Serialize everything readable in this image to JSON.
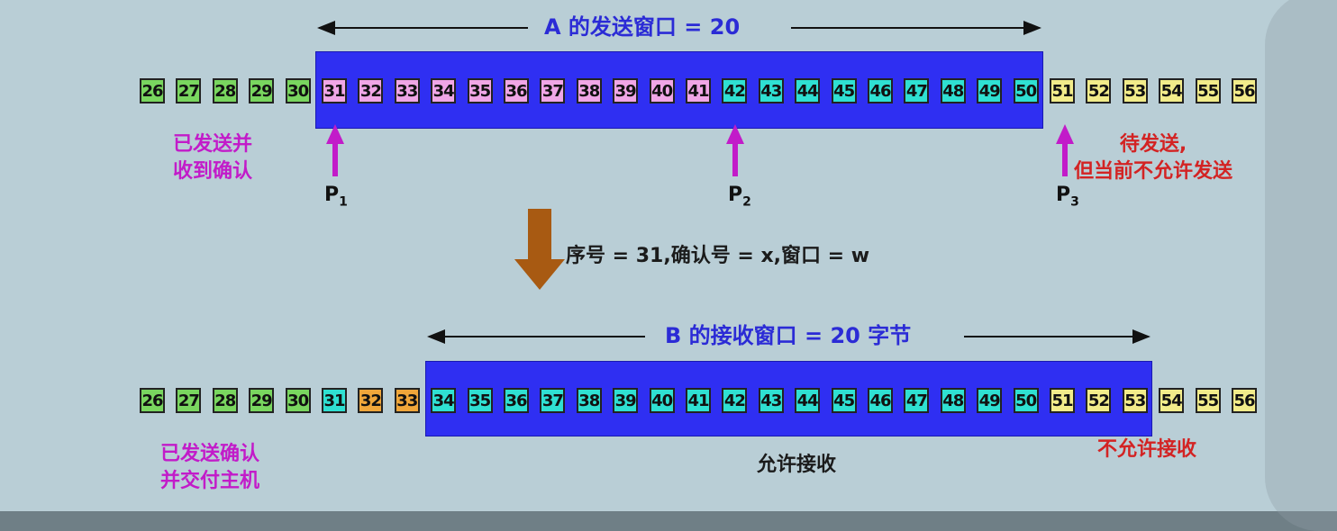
{
  "top": {
    "title": "A 的发送窗口 = 20",
    "cells": [
      {
        "n": "26",
        "c": "green"
      },
      {
        "n": "27",
        "c": "green"
      },
      {
        "n": "28",
        "c": "green"
      },
      {
        "n": "29",
        "c": "green"
      },
      {
        "n": "30",
        "c": "green"
      },
      {
        "n": "31",
        "c": "pink"
      },
      {
        "n": "32",
        "c": "pink"
      },
      {
        "n": "33",
        "c": "pink"
      },
      {
        "n": "34",
        "c": "pink"
      },
      {
        "n": "35",
        "c": "pink"
      },
      {
        "n": "36",
        "c": "pink"
      },
      {
        "n": "37",
        "c": "pink"
      },
      {
        "n": "38",
        "c": "pink"
      },
      {
        "n": "39",
        "c": "pink"
      },
      {
        "n": "40",
        "c": "pink"
      },
      {
        "n": "41",
        "c": "pink"
      },
      {
        "n": "42",
        "c": "cyan"
      },
      {
        "n": "43",
        "c": "cyan"
      },
      {
        "n": "44",
        "c": "cyan"
      },
      {
        "n": "45",
        "c": "cyan"
      },
      {
        "n": "46",
        "c": "cyan"
      },
      {
        "n": "47",
        "c": "cyan"
      },
      {
        "n": "48",
        "c": "cyan"
      },
      {
        "n": "49",
        "c": "cyan"
      },
      {
        "n": "50",
        "c": "cyan"
      },
      {
        "n": "51",
        "c": "yellow"
      },
      {
        "n": "52",
        "c": "yellow"
      },
      {
        "n": "53",
        "c": "yellow"
      },
      {
        "n": "54",
        "c": "yellow"
      },
      {
        "n": "55",
        "c": "yellow"
      },
      {
        "n": "56",
        "c": "yellow"
      }
    ],
    "left_label": [
      "已发送并",
      "收到确认"
    ],
    "right_label": [
      "待发送,",
      "但当前不允许发送"
    ],
    "pointers": [
      {
        "name": "P",
        "sub": "1"
      },
      {
        "name": "P",
        "sub": "2"
      },
      {
        "name": "P",
        "sub": "3"
      }
    ]
  },
  "middle": {
    "segment": "序号 = 31,确认号 = x,窗口 = w"
  },
  "bottom": {
    "title": "B 的接收窗口 = 20 字节",
    "cells": [
      {
        "n": "26",
        "c": "green"
      },
      {
        "n": "27",
        "c": "green"
      },
      {
        "n": "28",
        "c": "green"
      },
      {
        "n": "29",
        "c": "green"
      },
      {
        "n": "30",
        "c": "green"
      },
      {
        "n": "31",
        "c": "cyan"
      },
      {
        "n": "32",
        "c": "orange"
      },
      {
        "n": "33",
        "c": "orange"
      },
      {
        "n": "34",
        "c": "cyan"
      },
      {
        "n": "35",
        "c": "cyan"
      },
      {
        "n": "36",
        "c": "cyan"
      },
      {
        "n": "37",
        "c": "cyan"
      },
      {
        "n": "38",
        "c": "cyan"
      },
      {
        "n": "39",
        "c": "cyan"
      },
      {
        "n": "40",
        "c": "cyan"
      },
      {
        "n": "41",
        "c": "cyan"
      },
      {
        "n": "42",
        "c": "cyan"
      },
      {
        "n": "43",
        "c": "cyan"
      },
      {
        "n": "44",
        "c": "cyan"
      },
      {
        "n": "45",
        "c": "cyan"
      },
      {
        "n": "46",
        "c": "cyan"
      },
      {
        "n": "47",
        "c": "cyan"
      },
      {
        "n": "48",
        "c": "cyan"
      },
      {
        "n": "49",
        "c": "cyan"
      },
      {
        "n": "50",
        "c": "cyan"
      },
      {
        "n": "51",
        "c": "yellow"
      },
      {
        "n": "52",
        "c": "yellow"
      },
      {
        "n": "53",
        "c": "yellow"
      },
      {
        "n": "54",
        "c": "yellow"
      },
      {
        "n": "55",
        "c": "yellow"
      },
      {
        "n": "56",
        "c": "yellow"
      }
    ],
    "left_label": [
      "已发送确认",
      "并交付主机"
    ],
    "center_label": "允许接收",
    "right_label": "不允许接收"
  },
  "colors": {
    "window": "#2f2ff2",
    "green": "#79d65f",
    "pink": "#f0a6e6",
    "cyan": "#2fe0d2",
    "yellow": "#f2ec8a",
    "orange": "#f0a63a",
    "arrow_magenta": "#c21bc9",
    "arrow_brown": "#a85a12"
  }
}
